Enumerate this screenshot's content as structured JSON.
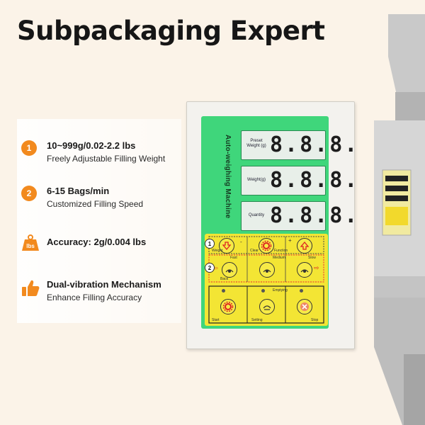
{
  "title": "Subpackaging Expert",
  "features": [
    {
      "badge": "1",
      "icon": "number-one-icon",
      "line1": "10~999g/0.02-2.2 lbs",
      "line2": "Freely Adjustable Filling Weight"
    },
    {
      "badge": "2",
      "icon": "number-two-icon",
      "line1": "6-15 Bags/min",
      "line2": "Customized Filling Speed"
    },
    {
      "badge": "lbs",
      "icon": "weight-icon",
      "line1": "Accuracy: 2g/0.004 lbs",
      "line2": ""
    },
    {
      "badge": "",
      "icon": "thumbs-up-icon",
      "line1": "Dual-vibration Mechanism",
      "line2": "Enhance Filling Accuracy"
    }
  ],
  "panel": {
    "label": "Auto-weighing Machine",
    "displays": [
      {
        "label": "Preset Weight (g)",
        "digits": "8.8.8."
      },
      {
        "label": "Weight(g)",
        "digits": "8.8.8."
      },
      {
        "label": "Quantity",
        "digits": "8.8.8."
      }
    ],
    "keys": {
      "weight": "Weight",
      "clear": "Clear",
      "function": "Function",
      "fast": "Fast",
      "medium": "Medium",
      "slow": "Slow",
      "back": "Back",
      "emptying": "Emptying",
      "start": "Start",
      "setting": "Setting",
      "stop": "Stop",
      "minus": "-",
      "plus": "+"
    },
    "markers": [
      "1",
      "2"
    ]
  },
  "colors": {
    "accent": "#f28a1e",
    "panel_green": "#3fd67b",
    "keypad_yellow": "#f3e534"
  }
}
